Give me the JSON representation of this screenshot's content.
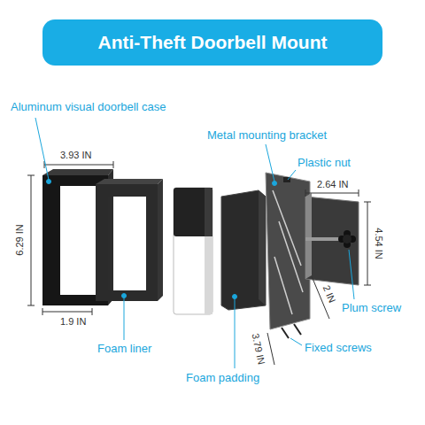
{
  "diagram": {
    "title": "Anti-Theft Doorbell Mount",
    "labels": [
      "Aluminum visual doorbell case",
      "3.93 IN",
      "6.29 IN",
      "1.9 IN",
      "Foam liner",
      "Metal mounting bracket",
      "Plastic nut",
      "2.64 IN",
      "4.54 IN",
      "2 IN",
      "Plum screw",
      "3.79 IN",
      "Fixed screws",
      "Foam padding"
    ]
  }
}
